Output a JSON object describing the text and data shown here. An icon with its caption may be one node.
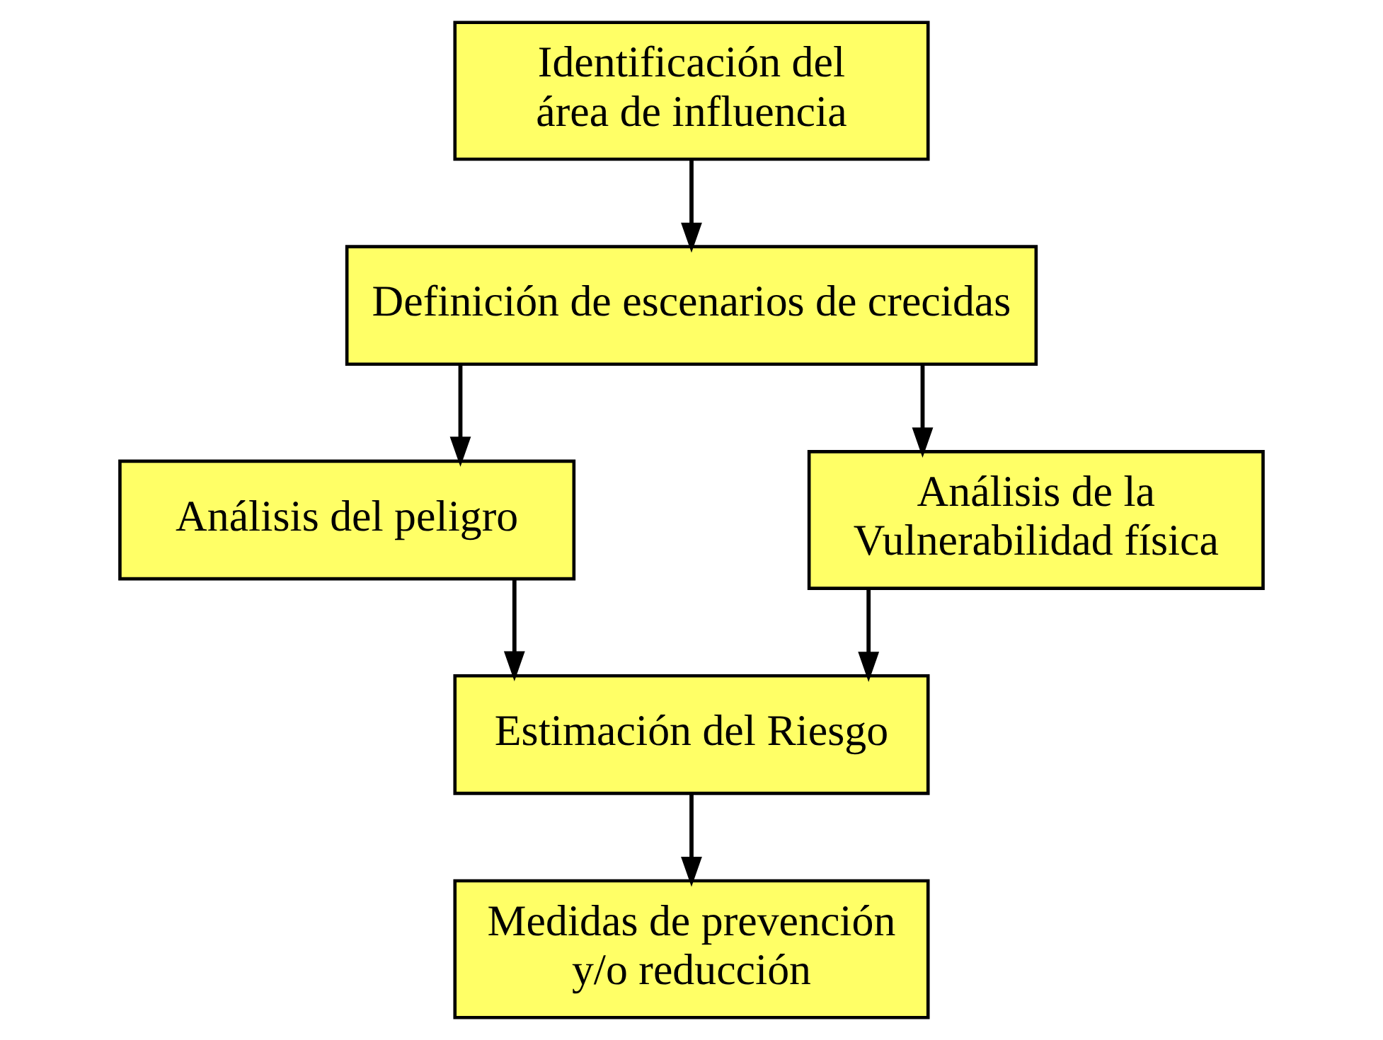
{
  "diagram": {
    "nodes": [
      {
        "text": [
          "Identificación del área de influencia"
        ]
      },
      {
        "text": [
          "Definición de escenarios de crecidas"
        ]
      },
      {
        "text": [
          "Análisis del peligro"
        ]
      },
      {
        "text": [
          "Análisis de la Vulnerabilidad física"
        ]
      },
      {
        "text": [
          "Estimación del Riesgo"
        ]
      },
      {
        "text": [
          "Medidas de prevención y/o reducción"
        ]
      }
    ],
    "edges": [
      {
        "from": 0,
        "to": 1,
        "arrow": "to"
      },
      {
        "from": 1,
        "to": 2,
        "arrow": "to"
      },
      {
        "from": 1,
        "to": 3,
        "arrow": "to"
      },
      {
        "from": 2,
        "to": 4,
        "arrow": "to"
      },
      {
        "from": 3,
        "to": 4,
        "arrow": "to"
      },
      {
        "from": 4,
        "to": 5,
        "arrow": "to"
      }
    ]
  }
}
